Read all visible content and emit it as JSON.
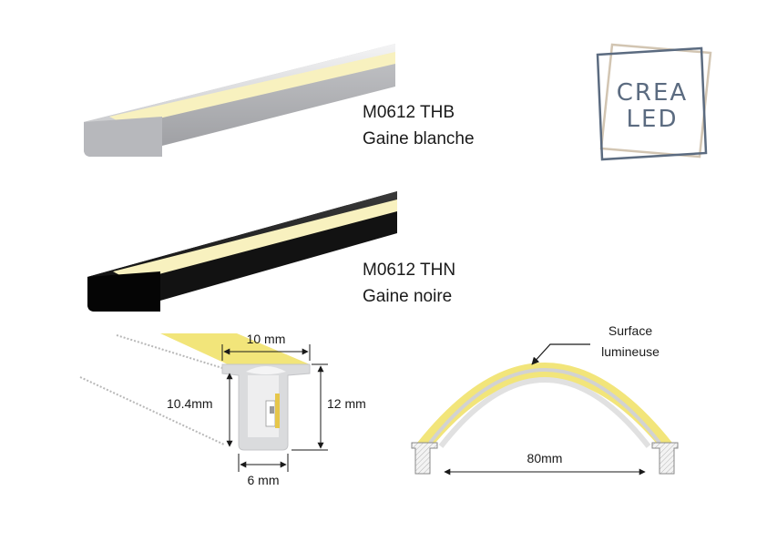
{
  "products": [
    {
      "code": "M0612 THB",
      "description": "Gaine blanche"
    },
    {
      "code": "M0612 THN",
      "description": "Gaine noire"
    }
  ],
  "logo": {
    "line1": "CREA",
    "line2": "LED"
  },
  "cross_section": {
    "width_top": "10 mm",
    "height_inner": "10.4mm",
    "height_total": "12 mm",
    "width_bottom": "6 mm"
  },
  "arc": {
    "surface_label_line1": "Surface",
    "surface_label_line2": "lumineuse",
    "span": "80mm"
  },
  "colors": {
    "led_yellow": "#f2e57a",
    "led_pale": "#f8f1bf",
    "white_profile": "#d9dadc",
    "black_profile": "#1a1a1a",
    "logo_blue": "#5b6b80",
    "logo_beige": "#d2c5b2"
  }
}
